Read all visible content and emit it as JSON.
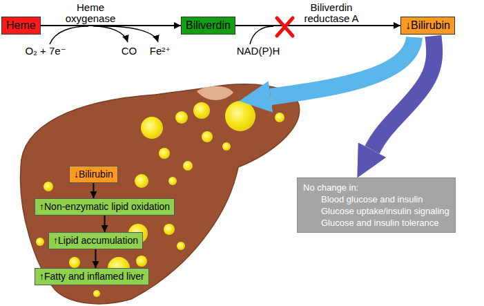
{
  "diagram": {
    "nodes": [
      {
        "text": [
          "Heme"
        ]
      },
      {
        "text": [
          "Biliverdin"
        ]
      },
      {
        "text": [
          "↓Bilirubin"
        ]
      },
      {
        "text": [
          "↓Bilirubin"
        ]
      },
      {
        "text": [
          "↑Non-enzymatic lipid oxidation"
        ]
      },
      {
        "text": [
          "↑Lipid accumulation"
        ]
      },
      {
        "text": [
          "↑Fatty and inflamed liver"
        ]
      },
      {
        "text": [
          "No change in:",
          "Blood glucose and insulin",
          "Glucose uptake/insulin signaling",
          "Glucose and insulin tolerance"
        ]
      }
    ],
    "edges": [
      {
        "from": 0,
        "to": 1,
        "arrow": "to"
      },
      {
        "from": 1,
        "to": 2,
        "arrow": "to"
      },
      {
        "from": 3,
        "to": 4,
        "arrow": "to"
      },
      {
        "from": 4,
        "to": 5,
        "arrow": "to"
      },
      {
        "from": 5,
        "to": 6,
        "arrow": "to"
      },
      {
        "from": 2,
        "to": 7,
        "arrow": "to"
      }
    ],
    "labels": [
      "Heme oxygenase",
      "Biliverdin reductase A",
      "O₂ + 7e⁻",
      "CO",
      "Fe²⁺",
      "NAD(P)H"
    ]
  }
}
